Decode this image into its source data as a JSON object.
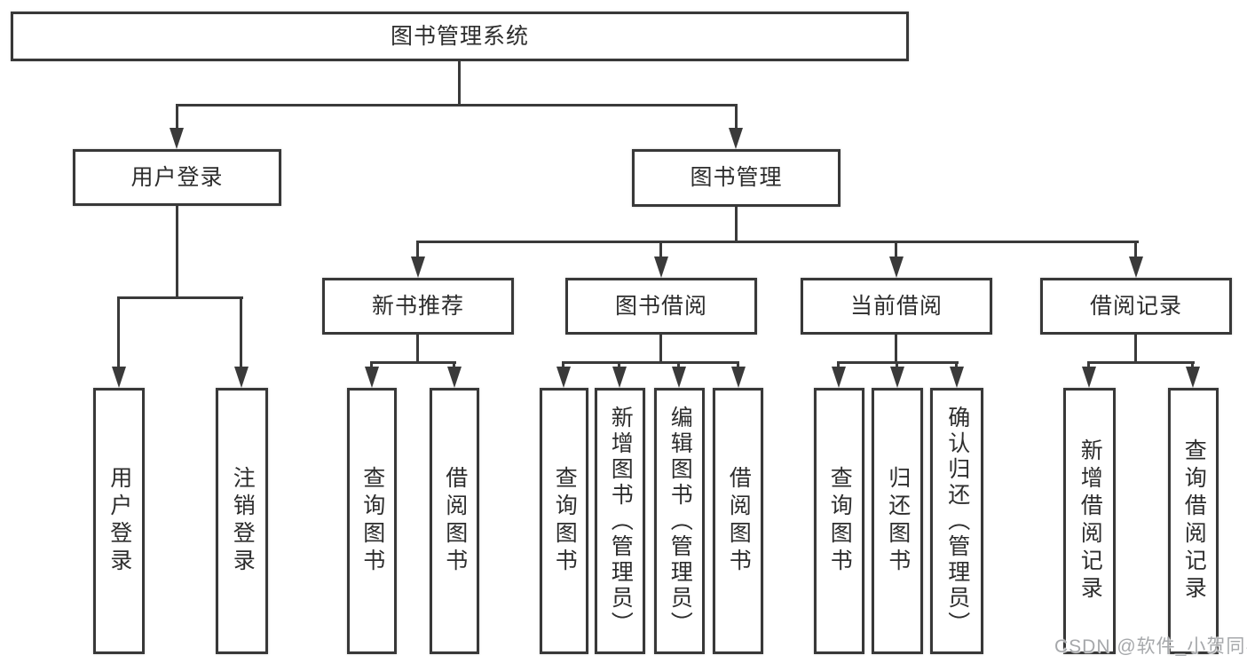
{
  "watermark_text": "CSDN @软件_小贺同学",
  "colors": {
    "line": "#3a3a3a",
    "box_border": "#383838",
    "text": "#2d2d2d",
    "watermark": "#a6a8ab",
    "background": "#ffffff"
  },
  "diagram": {
    "type": "hierarchy-tree",
    "root": {
      "label": "图书管理系统"
    },
    "level2": {
      "user_login": {
        "label": "用户登录"
      },
      "book_management": {
        "label": "图书管理"
      }
    },
    "user_login_children": {
      "login": {
        "label": "用户登录"
      },
      "logout": {
        "label": "注销登录"
      }
    },
    "level3": {
      "new_book_recommend": {
        "label": "新书推荐"
      },
      "book_borrow": {
        "label": "图书借阅"
      },
      "current_borrow": {
        "label": "当前借阅"
      },
      "borrow_record": {
        "label": "借阅记录"
      }
    },
    "new_book_recommend_children": {
      "query_book": {
        "label": "查询图书"
      },
      "borrow_book": {
        "label": "借阅图书"
      }
    },
    "book_borrow_children": {
      "query_book": {
        "label": "查询图书"
      },
      "add_book": {
        "label": "新增图书（管理员）"
      },
      "edit_book": {
        "label": "编辑图书（管理员）"
      },
      "borrow_book": {
        "label": "借阅图书"
      }
    },
    "current_borrow_children": {
      "query_book": {
        "label": "查询图书"
      },
      "return_book": {
        "label": "归还图书"
      },
      "confirm_return": {
        "label": "确认归还（管理员）"
      }
    },
    "borrow_record_children": {
      "add_record": {
        "label": "新增借阅记录"
      },
      "query_record": {
        "label": "查询借阅记录"
      }
    }
  }
}
